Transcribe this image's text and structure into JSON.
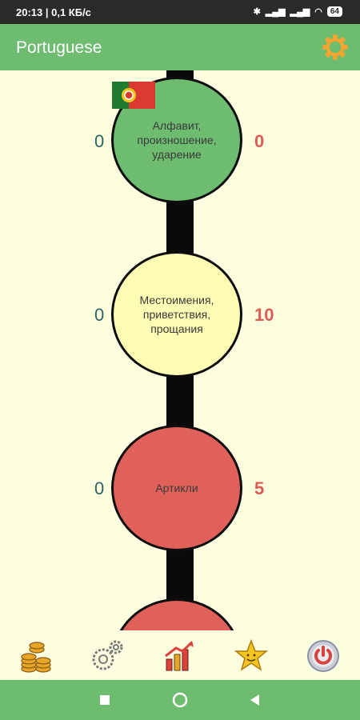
{
  "status_bar": {
    "time": "20:13 | 0,1 КБ/с",
    "battery": "64"
  },
  "app_bar": {
    "title": "Portuguese",
    "settings_icon": "gear-icon"
  },
  "topics": [
    {
      "label": "Алфавит, произношение, ударение",
      "left_count": "0",
      "right_count": "0",
      "color": "#6dbc70"
    },
    {
      "label": "Местоимения, приветствия, прощания",
      "left_count": "0",
      "right_count": "10",
      "color": "#fdfcb4"
    },
    {
      "label": "Артикли",
      "left_count": "0",
      "right_count": "5",
      "color": "#e0605a"
    },
    {
      "label": "",
      "left_count": "",
      "right_count": "",
      "color": "#e0605a"
    }
  ],
  "flag": "portugal-flag-icon",
  "bottom_nav": [
    "coins-icon",
    "gears-icon",
    "chart-icon",
    "star-icon",
    "power-icon"
  ],
  "system_nav": [
    "square-icon",
    "circle-icon",
    "back-icon"
  ],
  "colors": {
    "accent": "#6dbc70",
    "background": "#fdfde0",
    "count_red": "#dd5b55",
    "count_teal": "#2d6360"
  }
}
